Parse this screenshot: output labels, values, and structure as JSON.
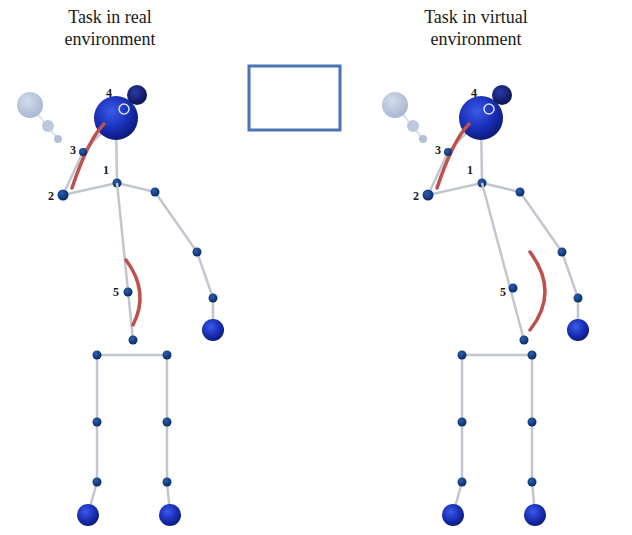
{
  "diagram": {
    "labels": [
      "Task in real environment",
      "4",
      "3",
      "1",
      "2",
      "5",
      "Task in virtual environment",
      "4",
      "3",
      "1",
      "2",
      "5"
    ]
  }
}
